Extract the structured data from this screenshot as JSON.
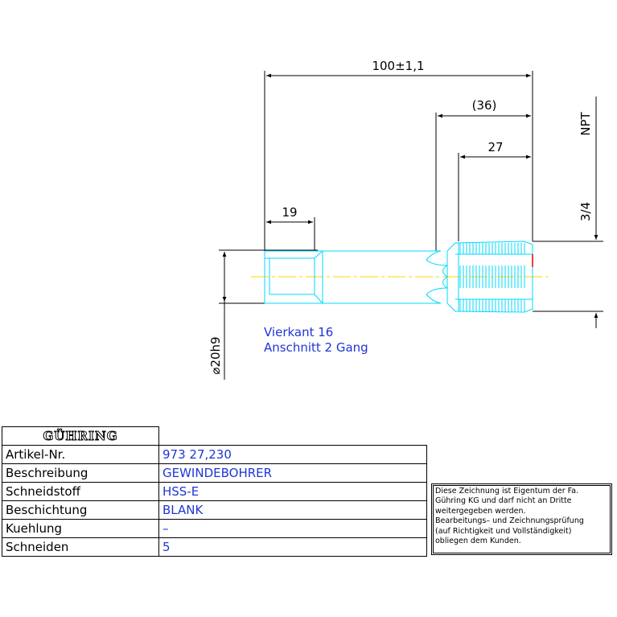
{
  "dimensions": {
    "overall_length": "100±1,1",
    "thread_section": "(36)",
    "thread_length": "27",
    "square_length": "19",
    "shank_diameter": "⌀20h9",
    "thread_size_fraction": "3/4",
    "thread_type": "NPT"
  },
  "notes": {
    "square": "Vierkant 16",
    "chamfer": "Anschnitt 2 Gang"
  },
  "titleblock": {
    "logo": "GÜHRING",
    "rows": [
      {
        "label": "Artikel-Nr.",
        "value": "973 27,230"
      },
      {
        "label": "Beschreibung",
        "value": "GEWINDEBOHRER"
      },
      {
        "label": "Schneidstoff",
        "value": "HSS-E"
      },
      {
        "label": "Beschichtung",
        "value": "BLANK"
      },
      {
        "label": "Kuehlung",
        "value": "–"
      },
      {
        "label": "Schneiden",
        "value": "5"
      }
    ]
  },
  "disclaimer": {
    "lines": [
      "Diese Zeichnung ist Eigentum der Fa.",
      "Gühring KG und darf nicht an Dritte",
      "weitergegeben werden.",
      "Bearbeitungs– und Zeichnungsprüfung",
      "(auf Richtigkeit und Vollständigkeit)",
      "obliegen dem Kunden."
    ]
  },
  "colors": {
    "part_outline": "#00d8ff",
    "dimension_lines": "#000000",
    "notes_text": "#1f35d6",
    "centerline": "#ffd400",
    "highlight": "#e00000"
  }
}
